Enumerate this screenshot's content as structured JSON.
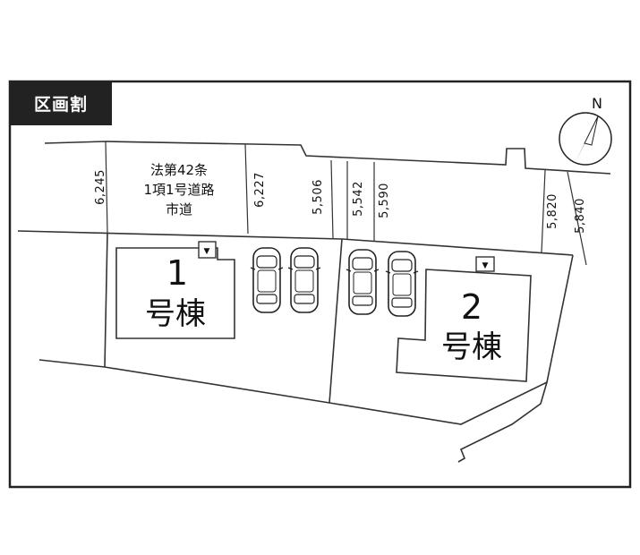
{
  "title": "区画割",
  "compass": {
    "label": "N"
  },
  "road": {
    "lines": [
      "法第42条",
      "1項1号道路",
      "市道"
    ]
  },
  "dimensions": [
    "6,245",
    "6,227",
    "5,506",
    "5,542",
    "5,590",
    "5,820",
    "5,840"
  ],
  "buildings": [
    {
      "number": "1",
      "label": "号棟"
    },
    {
      "number": "2",
      "label": "号棟"
    }
  ],
  "parking": {
    "car_count": 4
  },
  "meters": {
    "symbol": "▼"
  },
  "colors": {
    "ink": "#333333",
    "title_bg": "#222222",
    "paper": "#ffffff"
  }
}
